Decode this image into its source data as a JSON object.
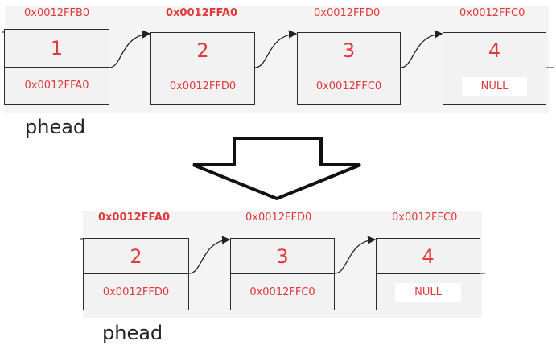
{
  "before": {
    "addresses": [
      "0x0012FFB0",
      "0x0012FFA0",
      "0x0012FFD0",
      "0x0012FFC0"
    ],
    "nodes": [
      {
        "value": "1",
        "next": "0x0012FFA0"
      },
      {
        "value": "2",
        "next": "0x0012FFD0"
      },
      {
        "value": "3",
        "next": "0x0012FFC0"
      },
      {
        "value": "4",
        "next": "NULL"
      }
    ],
    "head_label": "phead"
  },
  "after": {
    "addresses": [
      "0x0012FFA0",
      "0x0012FFD0",
      "0x0012FFC0"
    ],
    "nodes": [
      {
        "value": "2",
        "next": "0x0012FFD0"
      },
      {
        "value": "3",
        "next": "0x0012FFC0"
      },
      {
        "value": "4",
        "next": "NULL"
      }
    ],
    "head_label": "phead"
  }
}
